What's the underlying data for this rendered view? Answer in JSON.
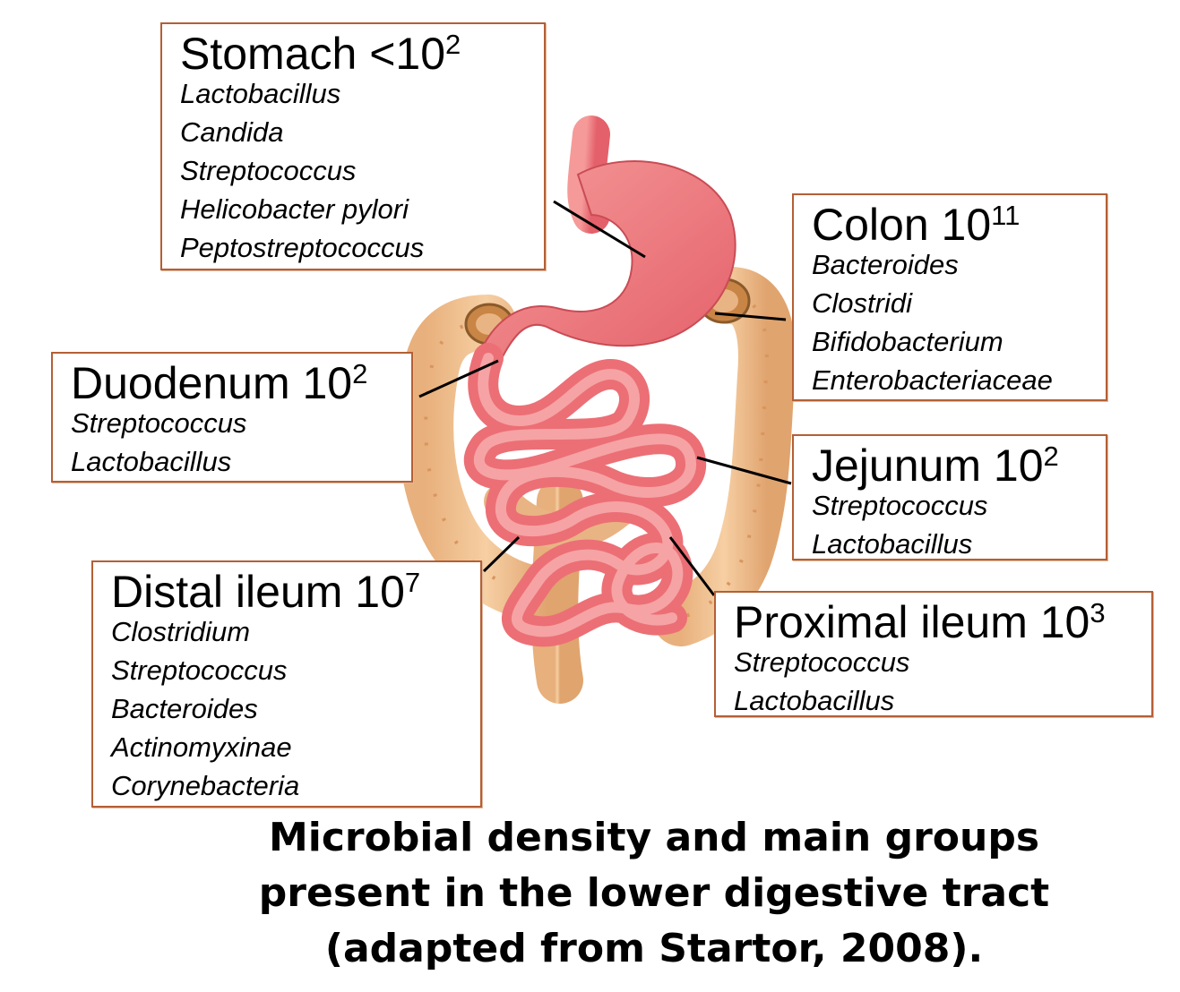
{
  "labels": {
    "stomach": {
      "name": "Stomach <10",
      "exponent": "2",
      "organisms": [
        "Lactobacillus",
        "Candida",
        "Streptococcus",
        "Helicobacter pylori",
        "Peptostreptococcus"
      ]
    },
    "colon": {
      "name": "Colon 10",
      "exponent": "11",
      "organisms": [
        "Bacteroides",
        "Clostridi",
        "Bifidobacterium",
        "Enterobacteriaceae"
      ]
    },
    "duodenum": {
      "name": "Duodenum 10",
      "exponent": "2",
      "organisms": [
        "Streptococcus",
        "Lactobacillus"
      ]
    },
    "jejunum": {
      "name": "Jejunum 10",
      "exponent": "2",
      "organisms": [
        "Streptococcus",
        "Lactobacillus"
      ]
    },
    "distal_ileum": {
      "name": "Distal ileum 10",
      "exponent": "7",
      "organisms": [
        "Clostridium",
        "Streptococcus",
        "Bacteroides",
        "Actinomyxinae",
        "Corynebacteria"
      ]
    },
    "proximal_ileum": {
      "name": "Proximal ileum 10",
      "exponent": "3",
      "organisms": [
        "Streptococcus",
        "Lactobacillus"
      ]
    }
  },
  "caption": {
    "line1": "Microbial density and main groups",
    "line2": "present in the lower digestive tract",
    "line3": "(adapted from Startor, 2008)."
  },
  "colors": {
    "stomach": "#f0797a",
    "small_intestine": "#ec6f76",
    "large_intestine": "#f1c08f",
    "box_border": "#b45f35"
  }
}
